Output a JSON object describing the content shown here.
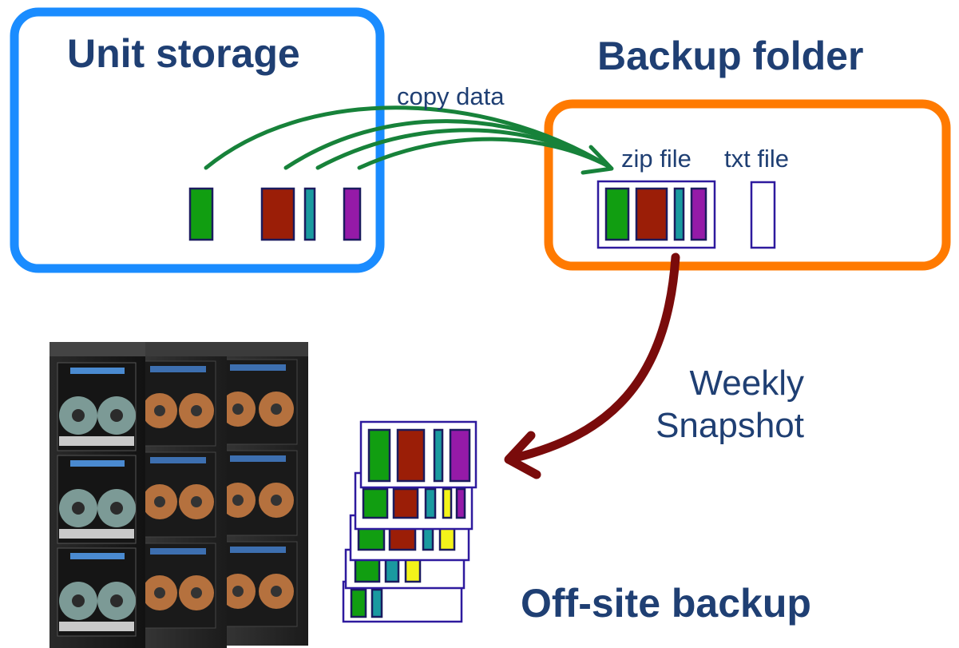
{
  "colors": {
    "text": "#1f3f73",
    "unit_storage_border": "#1a8cff",
    "backup_folder_border": "#ff7a00",
    "file_border": "#2e1a9e",
    "copy_arrow": "#17823a",
    "snapshot_arrow": "#7a0b0b",
    "block_green": "#119e11",
    "block_red": "#9b1e07",
    "block_teal": "#1a9aa0",
    "block_purple": "#951aa8",
    "block_yellow": "#f3f31a"
  },
  "unit_storage": {
    "title": "Unit storage",
    "blocks": [
      "block_green",
      "block_red",
      "block_teal",
      "block_purple"
    ]
  },
  "backup_folder": {
    "title": "Backup folder",
    "zip_label": "zip file",
    "txt_label": "txt file",
    "zip_blocks": [
      "block_green",
      "block_red",
      "block_teal",
      "block_purple"
    ]
  },
  "copy_label": "copy data",
  "snapshot": {
    "line1": "Weekly",
    "line2": "Snapshot"
  },
  "offsite": {
    "title": "Off-site backup",
    "image": "tape-library-racks",
    "stack_rows": [
      [
        "block_green",
        "block_red",
        "block_teal",
        "block_purple"
      ],
      [
        "block_green",
        "block_red",
        "block_teal",
        "block_yellow",
        "block_purple"
      ],
      [
        "block_green",
        "block_red",
        "block_teal",
        "block_yellow"
      ],
      [
        "block_green",
        "block_teal",
        "block_yellow"
      ],
      [
        "block_green",
        "block_teal"
      ]
    ]
  }
}
